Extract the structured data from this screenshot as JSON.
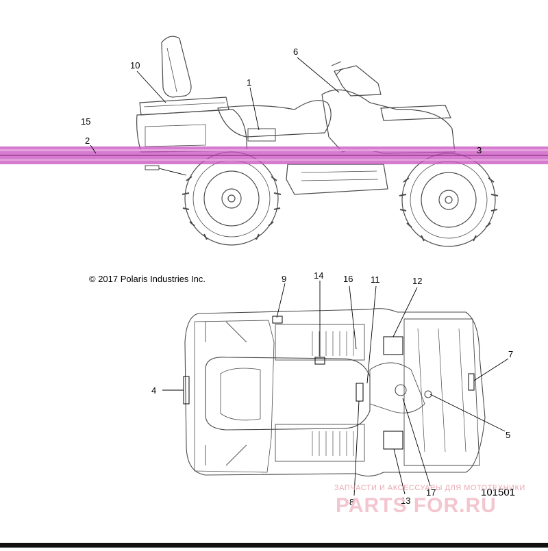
{
  "diagram": {
    "copyright": "© 2017 Polaris Industries Inc.",
    "part_number": "101501",
    "callouts": {
      "c1": "1",
      "c2": "2",
      "c3": "3",
      "c4": "4",
      "c5": "5",
      "c6": "6",
      "c7": "7",
      "c8": "8",
      "c9": "9",
      "c10": "10",
      "c11": "11",
      "c12": "12",
      "c13": "13",
      "c14": "14",
      "c15": "15",
      "c16": "16",
      "c17": "17"
    }
  },
  "watermark": {
    "tagline": "ЗАПЧАСТИ И АКСЕССУАРЫ ДЛЯ МОТОТЕХНИКИ",
    "brand": "PARTS FOR.RU"
  },
  "colors": {
    "line": "#555555",
    "artifact_band": "#c84fc0",
    "watermark": "#f3c6cf"
  }
}
